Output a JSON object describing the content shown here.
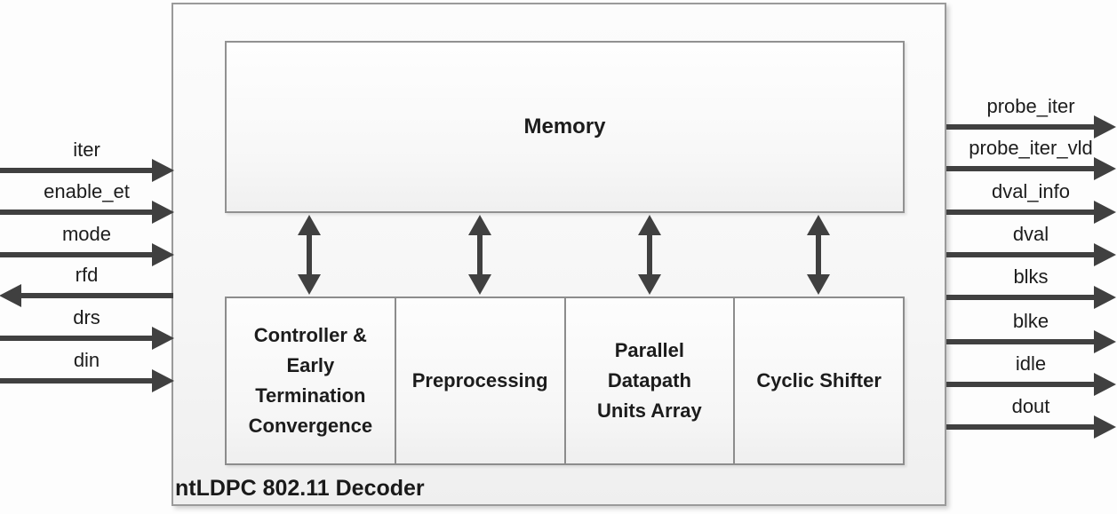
{
  "diagram": {
    "title": "ntLDPC 802.11 Decoder",
    "memory": {
      "label": "Memory"
    },
    "units": [
      {
        "label": "Controller &\nEarly\nTermination\nConvergence"
      },
      {
        "label": "Preprocessing"
      },
      {
        "label": "Parallel\nDatapath\nUnits Array"
      },
      {
        "label": "Cyclic Shifter"
      }
    ],
    "memory_links": [
      {
        "target": "controller-early-termination",
        "direction": "bidirectional"
      },
      {
        "target": "preprocessing",
        "direction": "bidirectional"
      },
      {
        "target": "parallel-datapath-units-array",
        "direction": "bidirectional"
      },
      {
        "target": "cyclic-shifter",
        "direction": "bidirectional"
      }
    ],
    "left_signals": [
      {
        "name": "iter",
        "direction": "in"
      },
      {
        "name": "enable_et",
        "direction": "in"
      },
      {
        "name": "mode",
        "direction": "in"
      },
      {
        "name": "rfd",
        "direction": "out"
      },
      {
        "name": "drs",
        "direction": "in"
      },
      {
        "name": "din",
        "direction": "in"
      }
    ],
    "right_signals": [
      {
        "name": "probe_iter",
        "direction": "out"
      },
      {
        "name": "probe_iter_vld",
        "direction": "out"
      },
      {
        "name": "dval_info",
        "direction": "out"
      },
      {
        "name": "dval",
        "direction": "out"
      },
      {
        "name": "blks",
        "direction": "out"
      },
      {
        "name": "blke",
        "direction": "out"
      },
      {
        "name": "idle",
        "direction": "out"
      },
      {
        "name": "dout",
        "direction": "out"
      }
    ],
    "colors": {
      "arrow": "#404040",
      "box_border": "#8c8c8c",
      "box_fill": "#f6f6f6",
      "text": "#1c1c1c"
    }
  }
}
